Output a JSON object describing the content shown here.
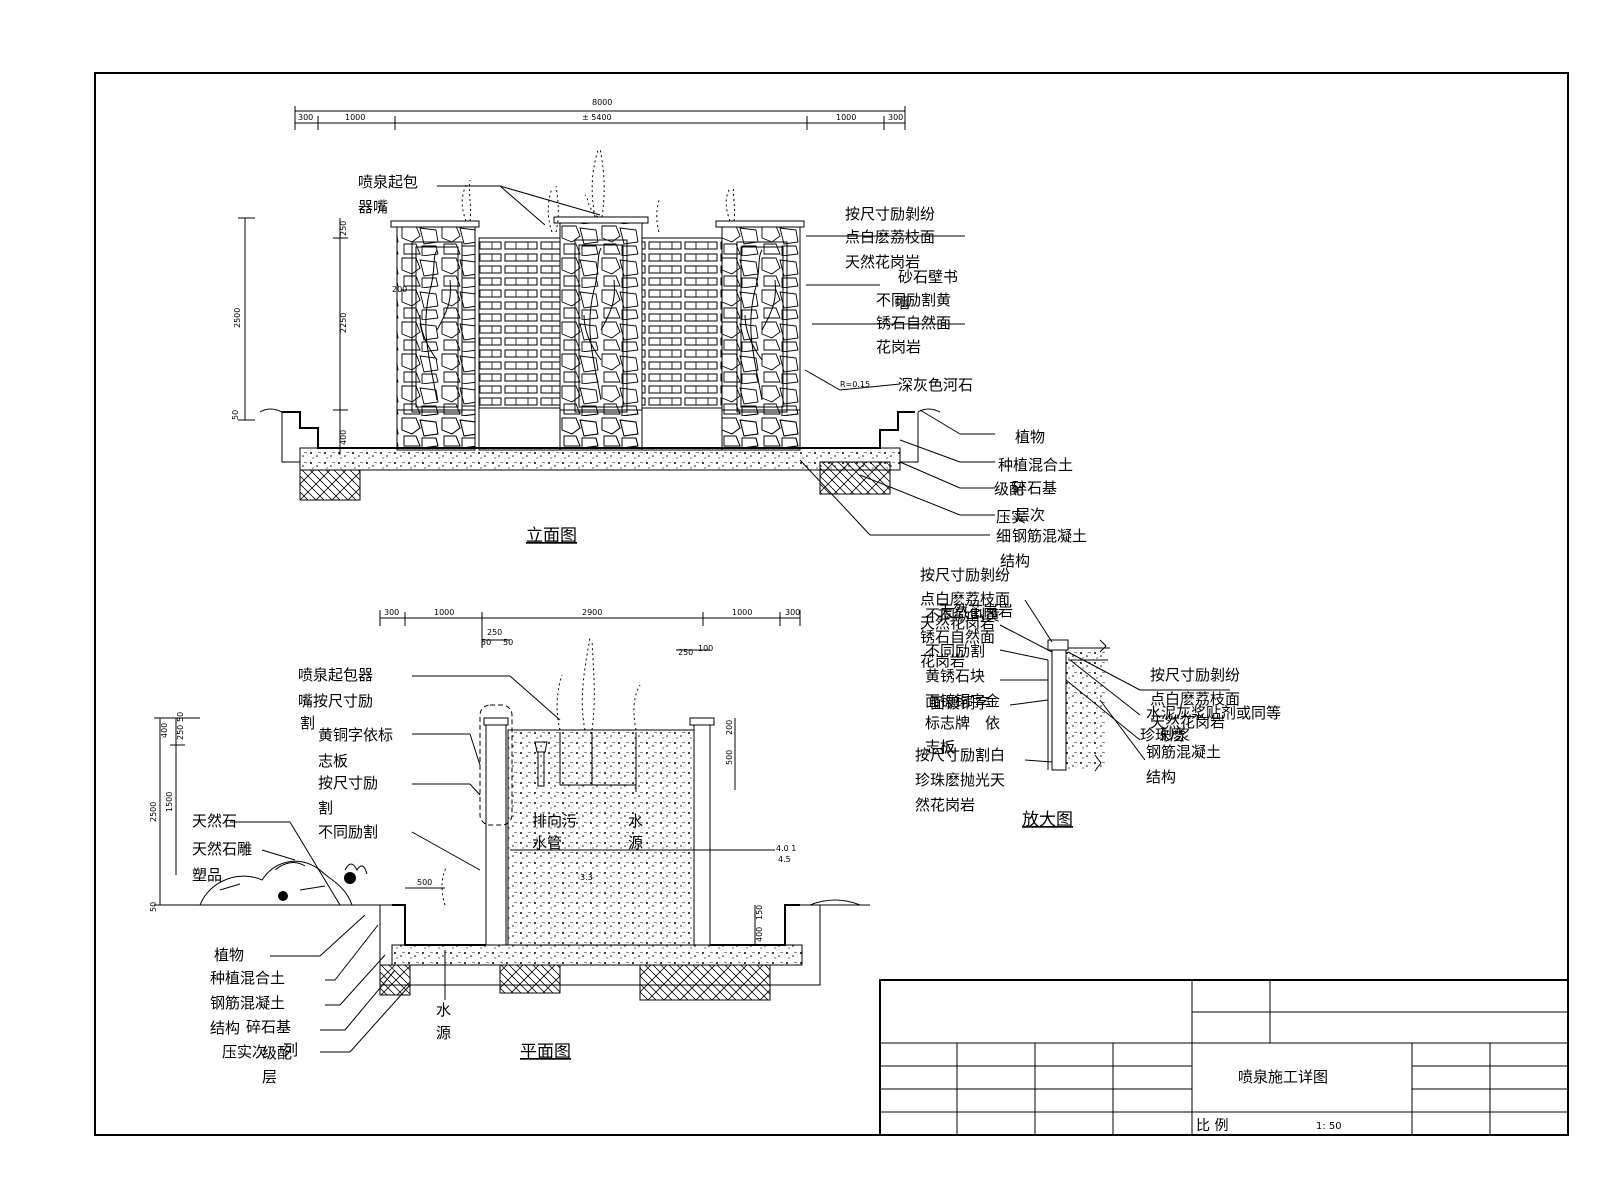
{
  "titles": {
    "elevation": "立面图",
    "plan": "平面图",
    "detail": "放大图"
  },
  "elevation": {
    "dims_top": [
      "300",
      "1000",
      "8000",
      "± 5400",
      "1000",
      "300"
    ],
    "dims_left": [
      "2500",
      "250",
      "2250",
      "50",
      "400",
      "200"
    ],
    "small_mark": "R=0.15",
    "labels": {
      "nozzle_1": "喷泉起包",
      "nozzle_2": "器嘴",
      "r1_1": "按尺寸励剝纷",
      "r1_2": "点白麽荔枝面",
      "r1_3": "天然花岗岩",
      "r2_1": "砂石壁书",
      "r2_2": "不同励割黄",
      "r2_3": "锈石自然面",
      "r2_4": "花岗岩",
      "r2_5": "墙",
      "r3": "深灰色河石",
      "r4": "植物",
      "r5": "种植混合土",
      "r6": "碎石基",
      "r6b": "级配",
      "r7": "压实",
      "r7b": "层次",
      "r8": "钢筋混凝土",
      "r8b": "结构",
      "r8c": "细"
    }
  },
  "plan": {
    "dims_top": [
      "300",
      "1000",
      "250",
      "50",
      "50",
      "2900",
      "250",
      "100",
      "1000",
      "300"
    ],
    "dims_left": [
      "400",
      "250",
      "50",
      "2500",
      "1500",
      "50"
    ],
    "dims_right": [
      "200",
      "500",
      "150",
      "400"
    ],
    "dims_bottom": [
      "500"
    ],
    "small_mark_1": "4.0 1",
    "small_mark_2": "4.5",
    "small_mark_3": "3.3",
    "labels": {
      "l1": "喷泉起包器",
      "l2": "嘴按尺寸励",
      "l3": "割",
      "l4": "黄铜字依标",
      "l5": "志板",
      "l6": "按尺寸励",
      "l7": "割",
      "l8": "不同励割",
      "l9": "天然石",
      "l10": "天然石雕",
      "l11": "塑品",
      "l12": "植物",
      "l13": "种植混合土",
      "l14": "钢筋混凝土",
      "l15": "结构",
      "l16": "碎石基",
      "l17": "压实次",
      "l18": "层",
      "l19": "级配",
      "l19b": "列",
      "drain_1": "排向污",
      "drain_2": "水管",
      "src_1": "水",
      "src_2": "源",
      "src_b1": "水",
      "src_b2": "源"
    }
  },
  "detail": {
    "left_labels": [
      "按尺寸励剝纷",
      "点白麽荔枝面",
      "天然花岗岩",
      "不同励割黄",
      "锈石自然面",
      "花岗岩",
      "不同励割",
      "黄锈石块",
      "面镀铜字",
      "标志牌",
      "按尺寸励割白",
      "珍珠麽抛光天",
      "然花岗岩"
    ],
    "left_overlay": [
      "天然花岗岩",
      "面镀铜字",
      "板",
      "金",
      "依",
      "志板"
    ],
    "right_labels": [
      "按尺寸励剝纷",
      "点白麽荔枝面",
      "天然花岗岩",
      "水泥灰浆贴剂或同等",
      "钢筋混凝土",
      "结构"
    ],
    "right_overlay": [
      "珍珠麽",
      "砂浆"
    ]
  },
  "title_block": {
    "drawing_name": "喷泉施工详图",
    "scale_label": "比      例",
    "scale_value": "1: 50"
  }
}
